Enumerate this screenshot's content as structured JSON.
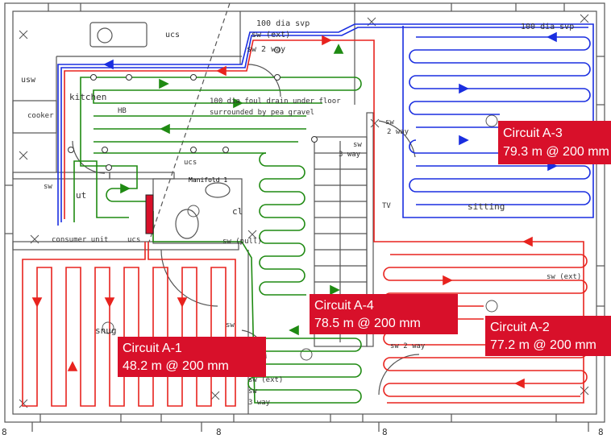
{
  "colors": {
    "circuit_a1": "#e8231e",
    "circuit_a2": "#e8231e",
    "circuit_a3": "#1a2ee0",
    "circuit_a4": "#1f8a12",
    "callout_bg": "#d8102a",
    "callout_text": "#ffffff",
    "wall": "#555555"
  },
  "labels": {
    "ucs_top": "ucs",
    "svp_top_left": "100 dia svp",
    "sw_ext_top": "sw (ext)",
    "sw_2way_top": "sw 2 way",
    "svp_right": "100 dia svp",
    "usw": "usw",
    "kitchen": "kitchen",
    "hb": "HB",
    "cooker": "cooker",
    "foul_drain_1": "100 dia foul drain under floor",
    "foul_drain_2": "surrounded by pea gravel",
    "sw_mid": "sw",
    "sw_2way_mid_1": "sw",
    "sw_2way_mid_2": "2 way",
    "sw_3way_1": "sw",
    "sw_3way_2": "3 way",
    "ucs_mid": "ucs",
    "manifold": "Manifold 1",
    "sw_left": "sw",
    "ut": "ut",
    "cl": "cl",
    "tv": "TV",
    "sitting": "sitting",
    "sw_pull": "sw (pull)",
    "consumer_unit": "consumer unit",
    "ucs_low": "ucs",
    "sw_ext_right": "sw (ext)",
    "snug": "snug",
    "sw_snug": "sw",
    "sw_2way_low": "sw 2 way",
    "sw_ext_bottom": "sw (ext)",
    "sw_3way_bottom_1": "sw",
    "sw_3way_bottom_2": "3 way",
    "dim_1": "8",
    "dim_2": "8",
    "dim_3": "8",
    "dim_4": "8"
  },
  "callouts": [
    {
      "title": "Circuit A-1",
      "spec": "48.2 m @ 200 mm"
    },
    {
      "title": "Circuit A-2",
      "spec": "77.2 m @ 200 mm"
    },
    {
      "title": "Circuit A-3",
      "spec": "79.3 m @ 200 mm"
    },
    {
      "title": "Circuit A-4",
      "spec": "78.5 m @ 200 mm"
    }
  ]
}
